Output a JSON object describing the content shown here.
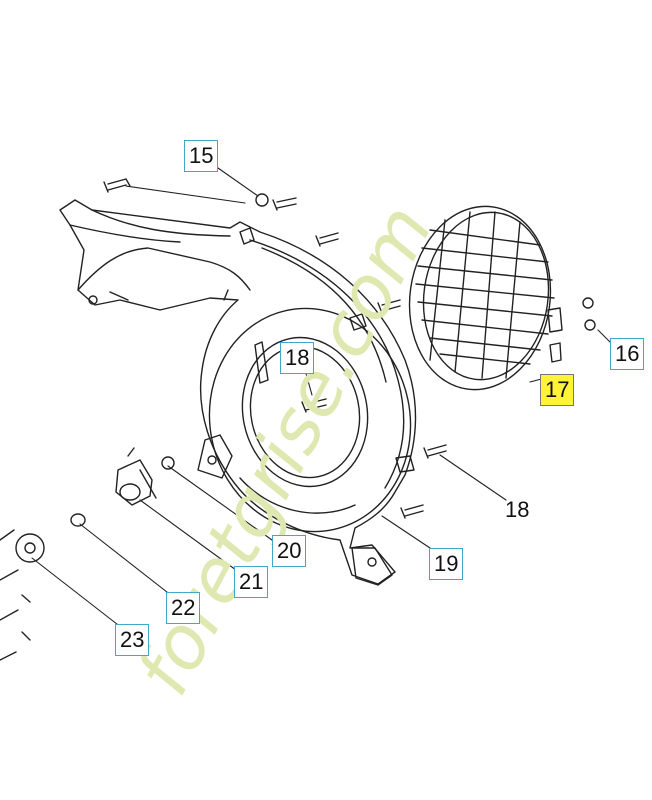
{
  "labels": {
    "l15": "15",
    "l16": "16",
    "l17": "17",
    "l18a": "18",
    "l18b": "18",
    "l19": "19",
    "l20": "20",
    "l21": "21",
    "l22": "22",
    "l23": "23"
  },
  "watermark": {
    "text": "foretgrise.com",
    "color": "#dfe8b0"
  },
  "colors": {
    "callout_border": "#3fa9c9",
    "highlight": "#fff33a",
    "line": "#222222"
  }
}
